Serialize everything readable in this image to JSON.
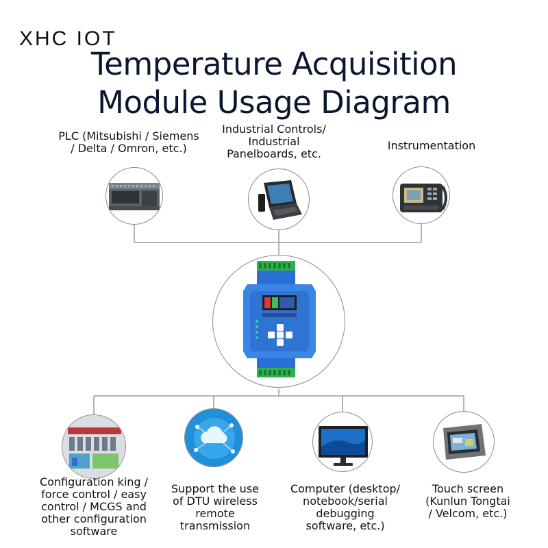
{
  "brand": "XHC IOT",
  "title": {
    "line1": "Temperature Acquisition",
    "line2": "Module Usage Diagram"
  },
  "top_devices": [
    {
      "label_lines": [
        "PLC (Mitsubishi / Siemens",
        "/ Delta / Omron, etc.)"
      ]
    },
    {
      "label_lines": [
        "Industrial Controls/",
        "Industrial",
        "Panelboards, etc."
      ]
    },
    {
      "label_lines": [
        "Instrumentation"
      ]
    }
  ],
  "bottom_devices": [
    {
      "label_lines": [
        "Configuration king /",
        "force control / easy",
        "control / MCGS and",
        "other configuration",
        "software"
      ]
    },
    {
      "label_lines": [
        "Support the use",
        "of DTU wireless",
        "remote",
        "transmission"
      ]
    },
    {
      "label_lines": [
        "Computer (desktop/",
        "notebook/serial",
        "debugging",
        "software, etc.)"
      ]
    },
    {
      "label_lines": [
        "Touch screen",
        "(Kunlun Tongtai",
        "/ Velcom, etc.)"
      ]
    }
  ],
  "colors": {
    "line": "#9a9a9a",
    "module_blue": "#2f6fd1",
    "terminal_green": "#2db34a",
    "title": "#0a1630"
  }
}
